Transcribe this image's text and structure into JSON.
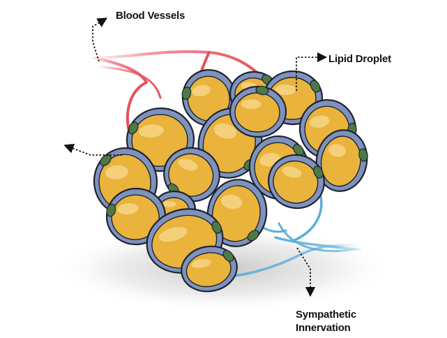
{
  "labels": {
    "blood_vessels": "Blood Vessels",
    "lipid_droplet": "Lipid Droplet",
    "sympathetic_line1": "Sympathetic",
    "sympathetic_line2": "Innervation"
  },
  "colors": {
    "background": "#ffffff",
    "cell_membrane": "#7d93bd",
    "cell_outline": "#1f2230",
    "lipid_fill": "#e9b33c",
    "lipid_highlight": "#f6d78a",
    "nucleus": "#4c7a44",
    "blood_vessel": "#e8505f",
    "nerve": "#5aaed8",
    "shadow": "#c8c8c8"
  }
}
